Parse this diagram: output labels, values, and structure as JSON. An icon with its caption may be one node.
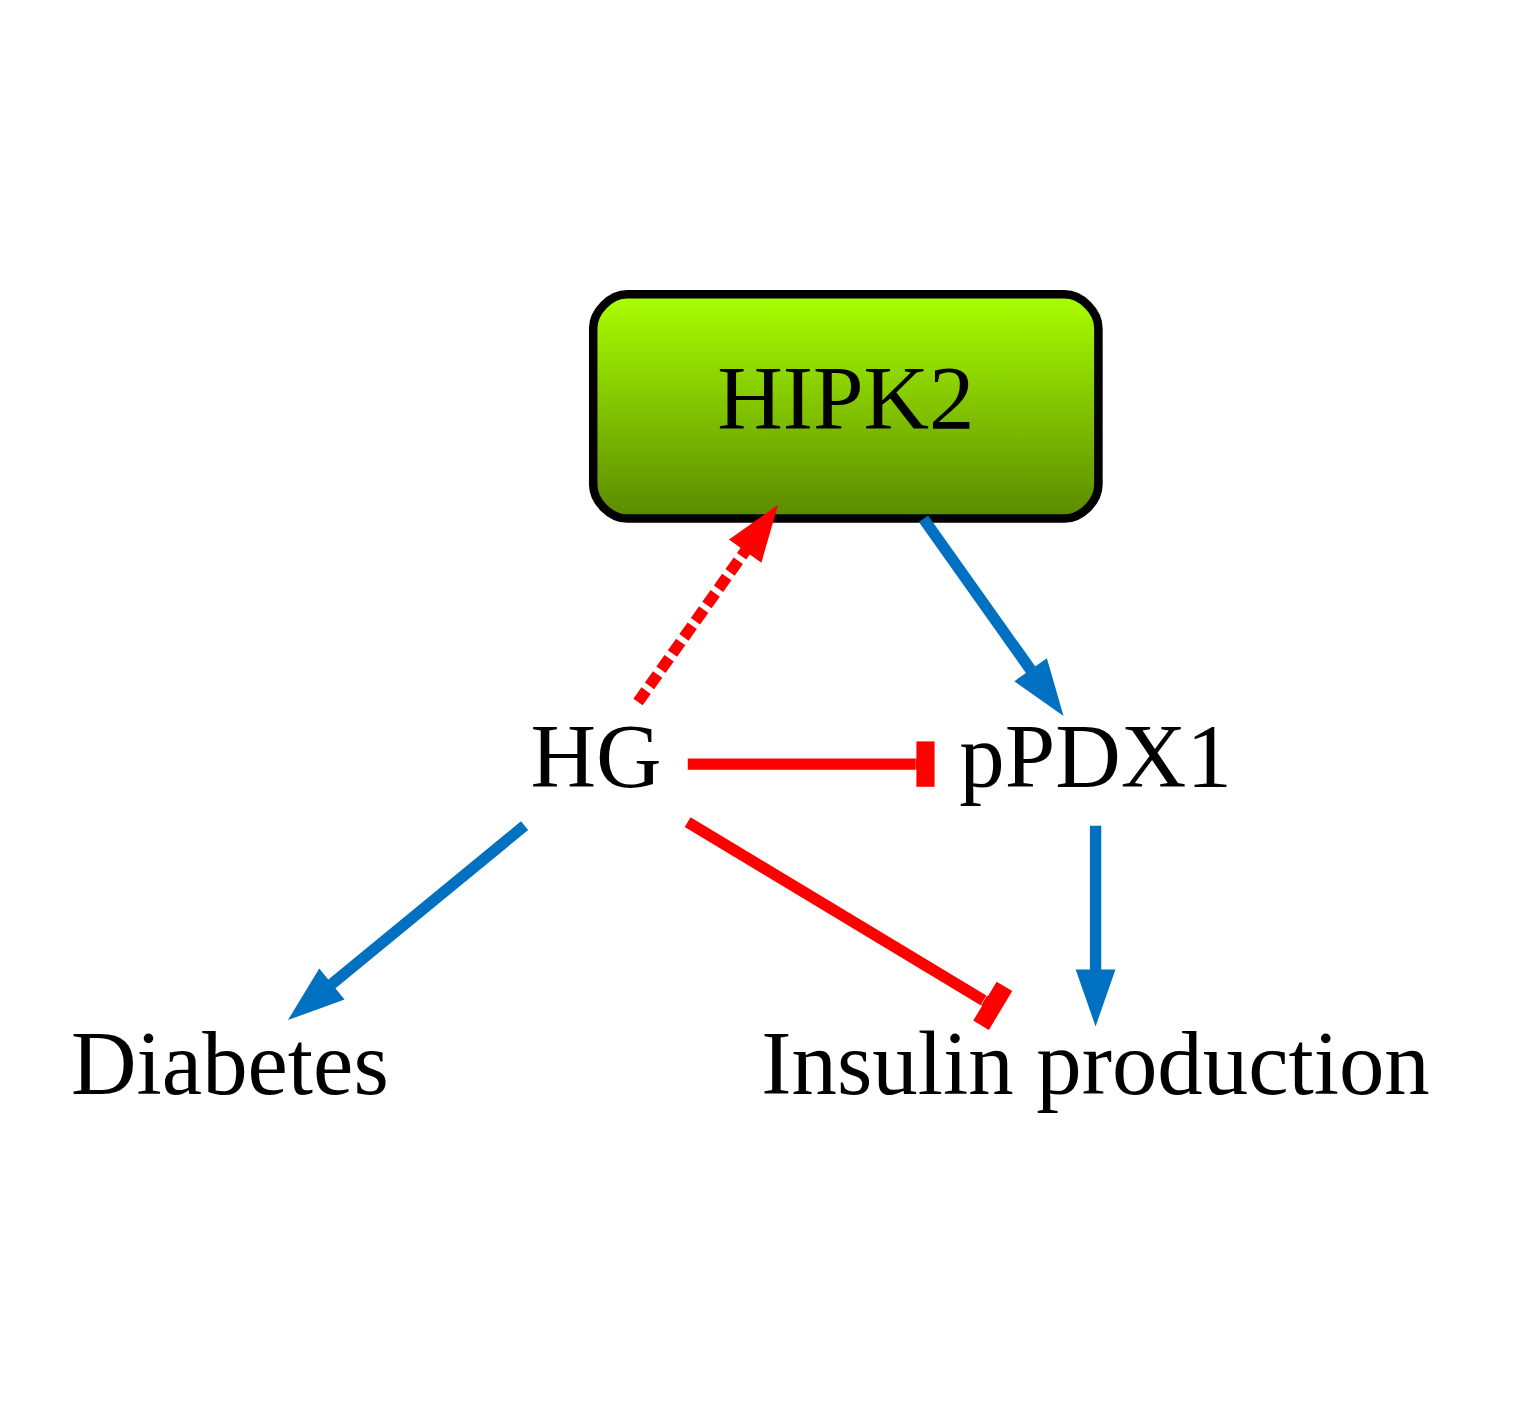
{
  "diagram": {
    "nodes": [
      {
        "text": [
          "HIPK2"
        ]
      },
      {
        "text": [
          "HG"
        ]
      },
      {
        "text": [
          "pPDX1"
        ]
      },
      {
        "text": [
          "Insulin production"
        ]
      },
      {
        "text": [
          "Diabetes"
        ]
      }
    ],
    "edges": [
      {
        "from": 1,
        "to": 0,
        "arrow": "to",
        "style": "dashed",
        "color": "#ff0000"
      },
      {
        "from": 0,
        "to": 2,
        "arrow": "to",
        "color": "#0070c0"
      },
      {
        "from": 1,
        "to": 2,
        "arrow": "other",
        "color": "#ff0000"
      },
      {
        "from": 2,
        "to": 3,
        "arrow": "to",
        "color": "#0070c0"
      },
      {
        "from": 1,
        "to": 4,
        "arrow": "to",
        "color": "#0070c0"
      },
      {
        "from": 1,
        "to": 3,
        "arrow": "other",
        "color": "#ff0000"
      }
    ]
  }
}
